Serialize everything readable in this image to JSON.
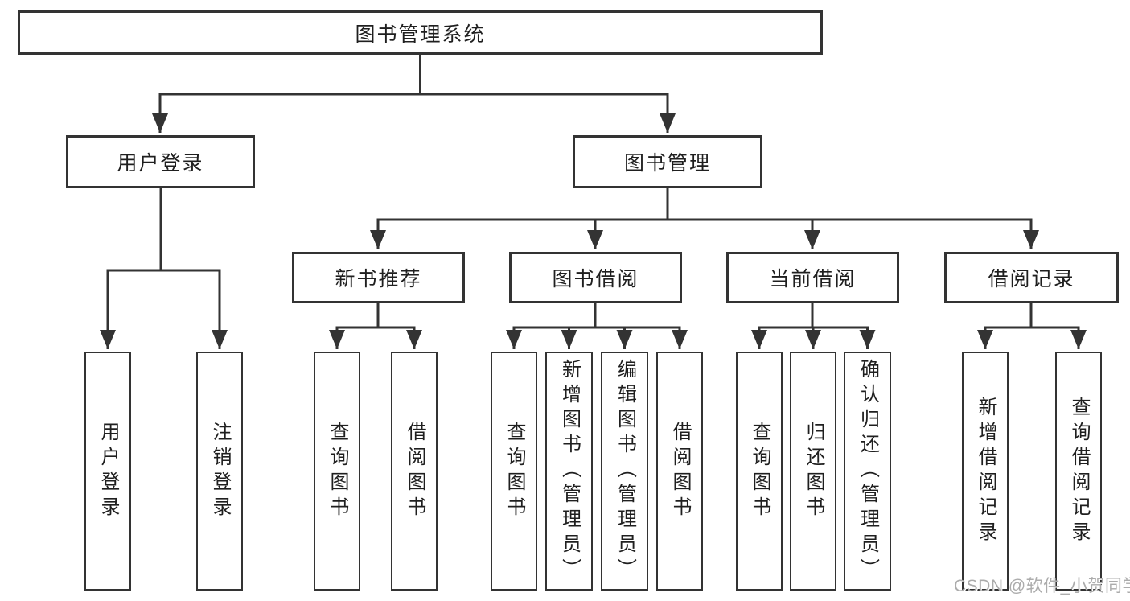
{
  "diagram": {
    "title_note": "functional structure chart",
    "root": {
      "label": "图书管理系统"
    },
    "branches": [
      {
        "label": "用户登录",
        "leaves": [
          {
            "label": "用户登录"
          },
          {
            "label": "注销登录"
          }
        ]
      },
      {
        "label": "图书管理",
        "groups": [
          {
            "label": "新书推荐",
            "leaves": [
              {
                "label": "查询图书"
              },
              {
                "label": "借阅图书"
              }
            ]
          },
          {
            "label": "图书借阅",
            "leaves": [
              {
                "label": "查询图书"
              },
              {
                "label": "新增图书（管理员）"
              },
              {
                "label": "编辑图书（管理员）"
              },
              {
                "label": "借阅图书"
              }
            ]
          },
          {
            "label": "当前借阅",
            "leaves": [
              {
                "label": "查询图书"
              },
              {
                "label": "归还图书"
              },
              {
                "label": "确认归还（管理员）"
              }
            ]
          },
          {
            "label": "借阅记录",
            "leaves": [
              {
                "label": "新增借阅记录"
              },
              {
                "label": "查询借阅记录"
              }
            ]
          }
        ]
      }
    ]
  },
  "watermark": {
    "text": "CSDN @软件_小贺同学"
  },
  "colors": {
    "line": "#333333",
    "box_border": "#333333",
    "text": "#1f1f1f",
    "background": "#ffffff",
    "watermark": "#acacac"
  }
}
